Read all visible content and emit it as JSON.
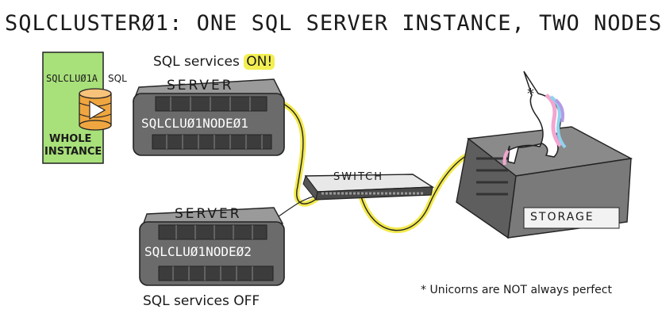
{
  "title": "SQLCLUSTERØ1: ONE SQL SERVER INSTANCE, TWO NODES",
  "instance": {
    "name": "SQLCLUØ1A",
    "sql_tag": "SQL",
    "caption_line1": "WHOLE",
    "caption_line2": "INSTANCE"
  },
  "node1": {
    "header": "SERVER",
    "name": "SQLCLUØ1NODEØ1",
    "status_prefix": "SQL services",
    "status_value": "ON!"
  },
  "node2": {
    "header": "SERVER",
    "name": "SQLCLUØ1NODEØ2",
    "status_prefix": "SQL services",
    "status_value": "OFF"
  },
  "switch": {
    "label": "SWITCH"
  },
  "storage": {
    "label": "STORAGE"
  },
  "footnote": {
    "marker": "*",
    "text": "Unicorns are NOT always perfect"
  },
  "colors": {
    "cable": "#f2e94e",
    "highlight": "#f3ef52",
    "instance_bg": "#a8e07a",
    "database": "#f0a640",
    "server_body": "#6b6b6b",
    "unicorn_mane_pink": "#f2a6d0",
    "unicorn_mane_blue": "#8fd3ee",
    "unicorn_mane_purple": "#b59ae6"
  },
  "icons": [
    "database-icon",
    "play-icon",
    "unicorn-icon",
    "asterisk-icon"
  ]
}
